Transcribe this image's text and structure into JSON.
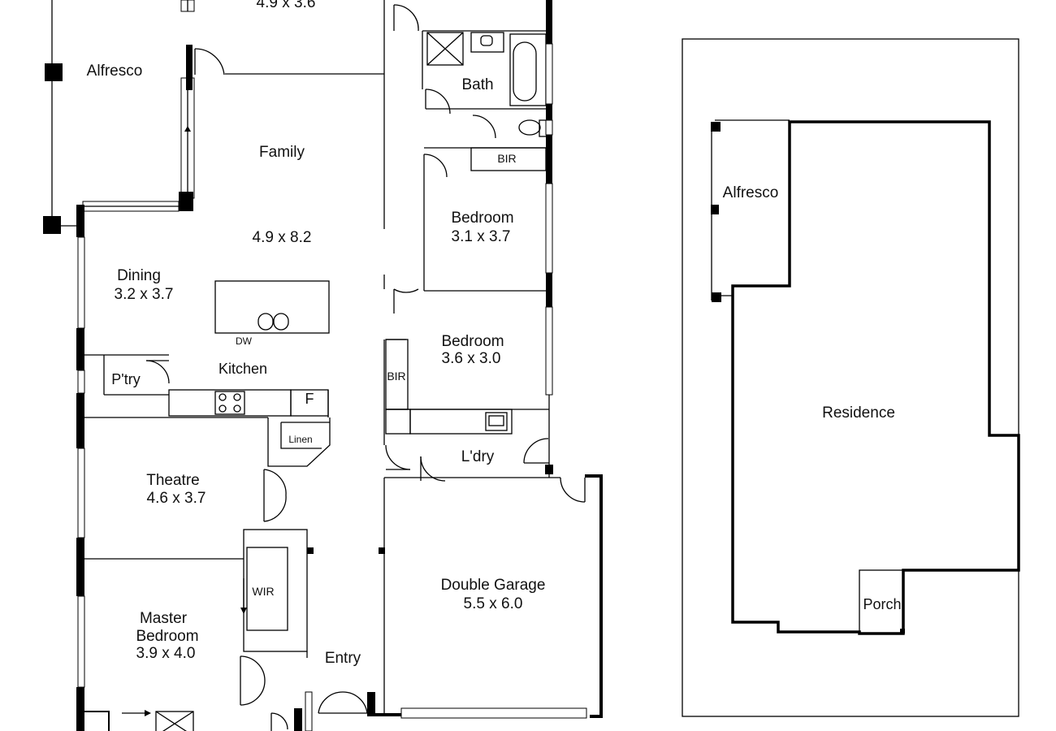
{
  "floorplan": {
    "rooms": {
      "alfresco": {
        "name": "Alfresco"
      },
      "upper_room": {
        "size": "4.9 x 3.6"
      },
      "bath": {
        "name": "Bath"
      },
      "family": {
        "name": "Family",
        "size": "4.9 x 8.2"
      },
      "bir_upper": {
        "name": "BIR"
      },
      "bedroom_2": {
        "name": "Bedroom",
        "size": "3.1 x 3.7"
      },
      "dining": {
        "name": "Dining",
        "size": "3.2 x 3.7"
      },
      "bedroom_3": {
        "name": "Bedroom",
        "size": "3.6 x 3.0"
      },
      "bir_lower": {
        "name": "BIR"
      },
      "dishwasher": {
        "name": "DW"
      },
      "pantry": {
        "name": "P'try"
      },
      "kitchen": {
        "name": "Kitchen"
      },
      "fridge": {
        "name": "F"
      },
      "linen": {
        "name": "Linen"
      },
      "laundry": {
        "name": "L'dry"
      },
      "theatre": {
        "name": "Theatre",
        "size": "4.6 x 3.7"
      },
      "double_garage": {
        "name": "Double Garage",
        "size": "5.5 x 6.0"
      },
      "wir": {
        "name": "WIR"
      },
      "master_bedroom": {
        "name": "Master",
        "name2": "Bedroom",
        "size": "3.9 x 4.0"
      },
      "entry": {
        "name": "Entry"
      }
    }
  },
  "siteplan": {
    "alfresco": "Alfresco",
    "residence": "Residence",
    "porch": "Porch"
  }
}
